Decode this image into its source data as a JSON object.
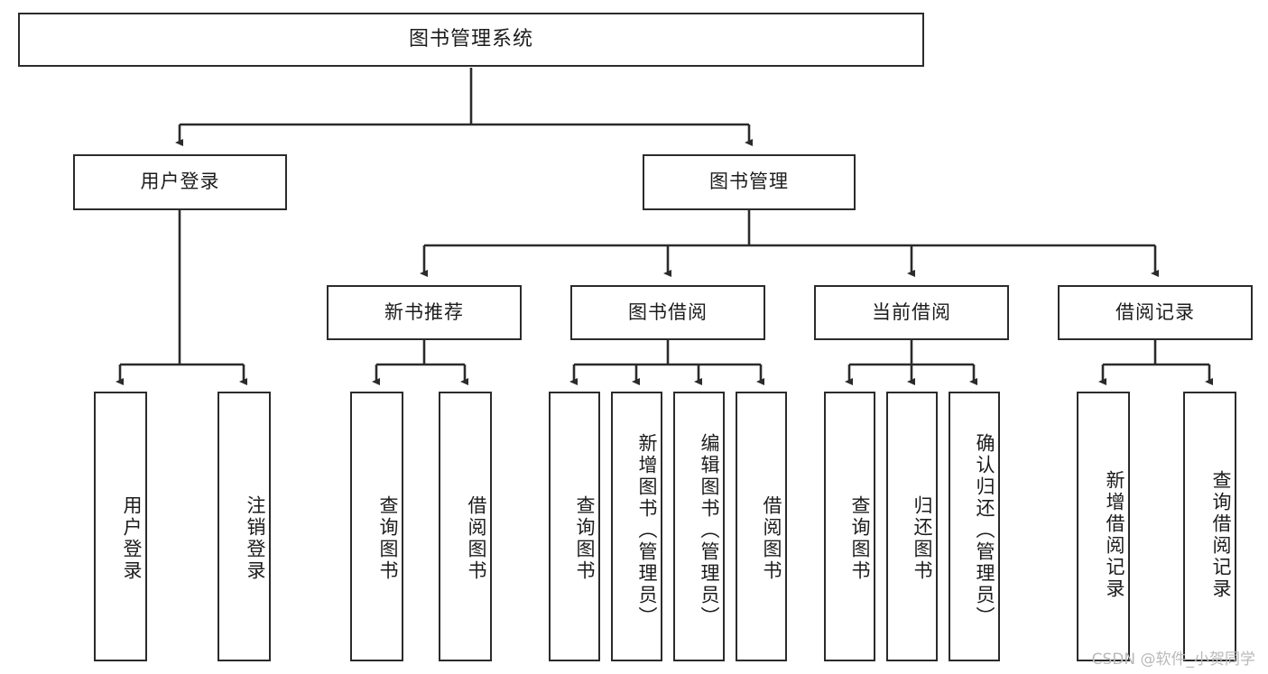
{
  "diagram": {
    "type": "tree-hierarchy",
    "root": {
      "id": "root",
      "label": "图书管理系统"
    },
    "level2": [
      {
        "id": "user-login",
        "label": "用户登录"
      },
      {
        "id": "book-manage",
        "label": "图书管理"
      }
    ],
    "level3": [
      {
        "id": "new-book-rec",
        "label": "新书推荐",
        "parent": "book-manage"
      },
      {
        "id": "book-borrow",
        "label": "图书借阅",
        "parent": "book-manage"
      },
      {
        "id": "current-borrow",
        "label": "当前借阅",
        "parent": "book-manage"
      },
      {
        "id": "borrow-record",
        "label": "借阅记录",
        "parent": "book-manage"
      }
    ],
    "leaves": [
      {
        "id": "leaf-user-login",
        "label": "用户登录",
        "parent": "user-login"
      },
      {
        "id": "leaf-user-logout",
        "label": "注销登录",
        "parent": "user-login"
      },
      {
        "id": "leaf-query-book-1",
        "label": "查询图书",
        "parent": "new-book-rec"
      },
      {
        "id": "leaf-borrow-book-1",
        "label": "借阅图书",
        "parent": "new-book-rec"
      },
      {
        "id": "leaf-query-book-2",
        "label": "查询图书",
        "parent": "book-borrow"
      },
      {
        "id": "leaf-add-book",
        "label": "新增图书（管理员）",
        "parent": "book-borrow"
      },
      {
        "id": "leaf-edit-book",
        "label": "编辑图书（管理员）",
        "parent": "book-borrow"
      },
      {
        "id": "leaf-borrow-book-2",
        "label": "借阅图书",
        "parent": "book-borrow"
      },
      {
        "id": "leaf-query-book-3",
        "label": "查询图书",
        "parent": "current-borrow"
      },
      {
        "id": "leaf-return-book",
        "label": "归还图书",
        "parent": "current-borrow"
      },
      {
        "id": "leaf-confirm-return",
        "label": "确认归还（管理员）",
        "parent": "current-borrow"
      },
      {
        "id": "leaf-add-record",
        "label": "新增借阅记录",
        "parent": "borrow-record"
      },
      {
        "id": "leaf-query-record",
        "label": "查询借阅记录",
        "parent": "borrow-record"
      }
    ]
  },
  "watermark": {
    "text": "CSDN @软件_小贺同学"
  },
  "colors": {
    "stroke": "#2b2b2b",
    "background": "#ffffff",
    "text": "#1c1c1c",
    "watermark": "#b9b9b9"
  }
}
